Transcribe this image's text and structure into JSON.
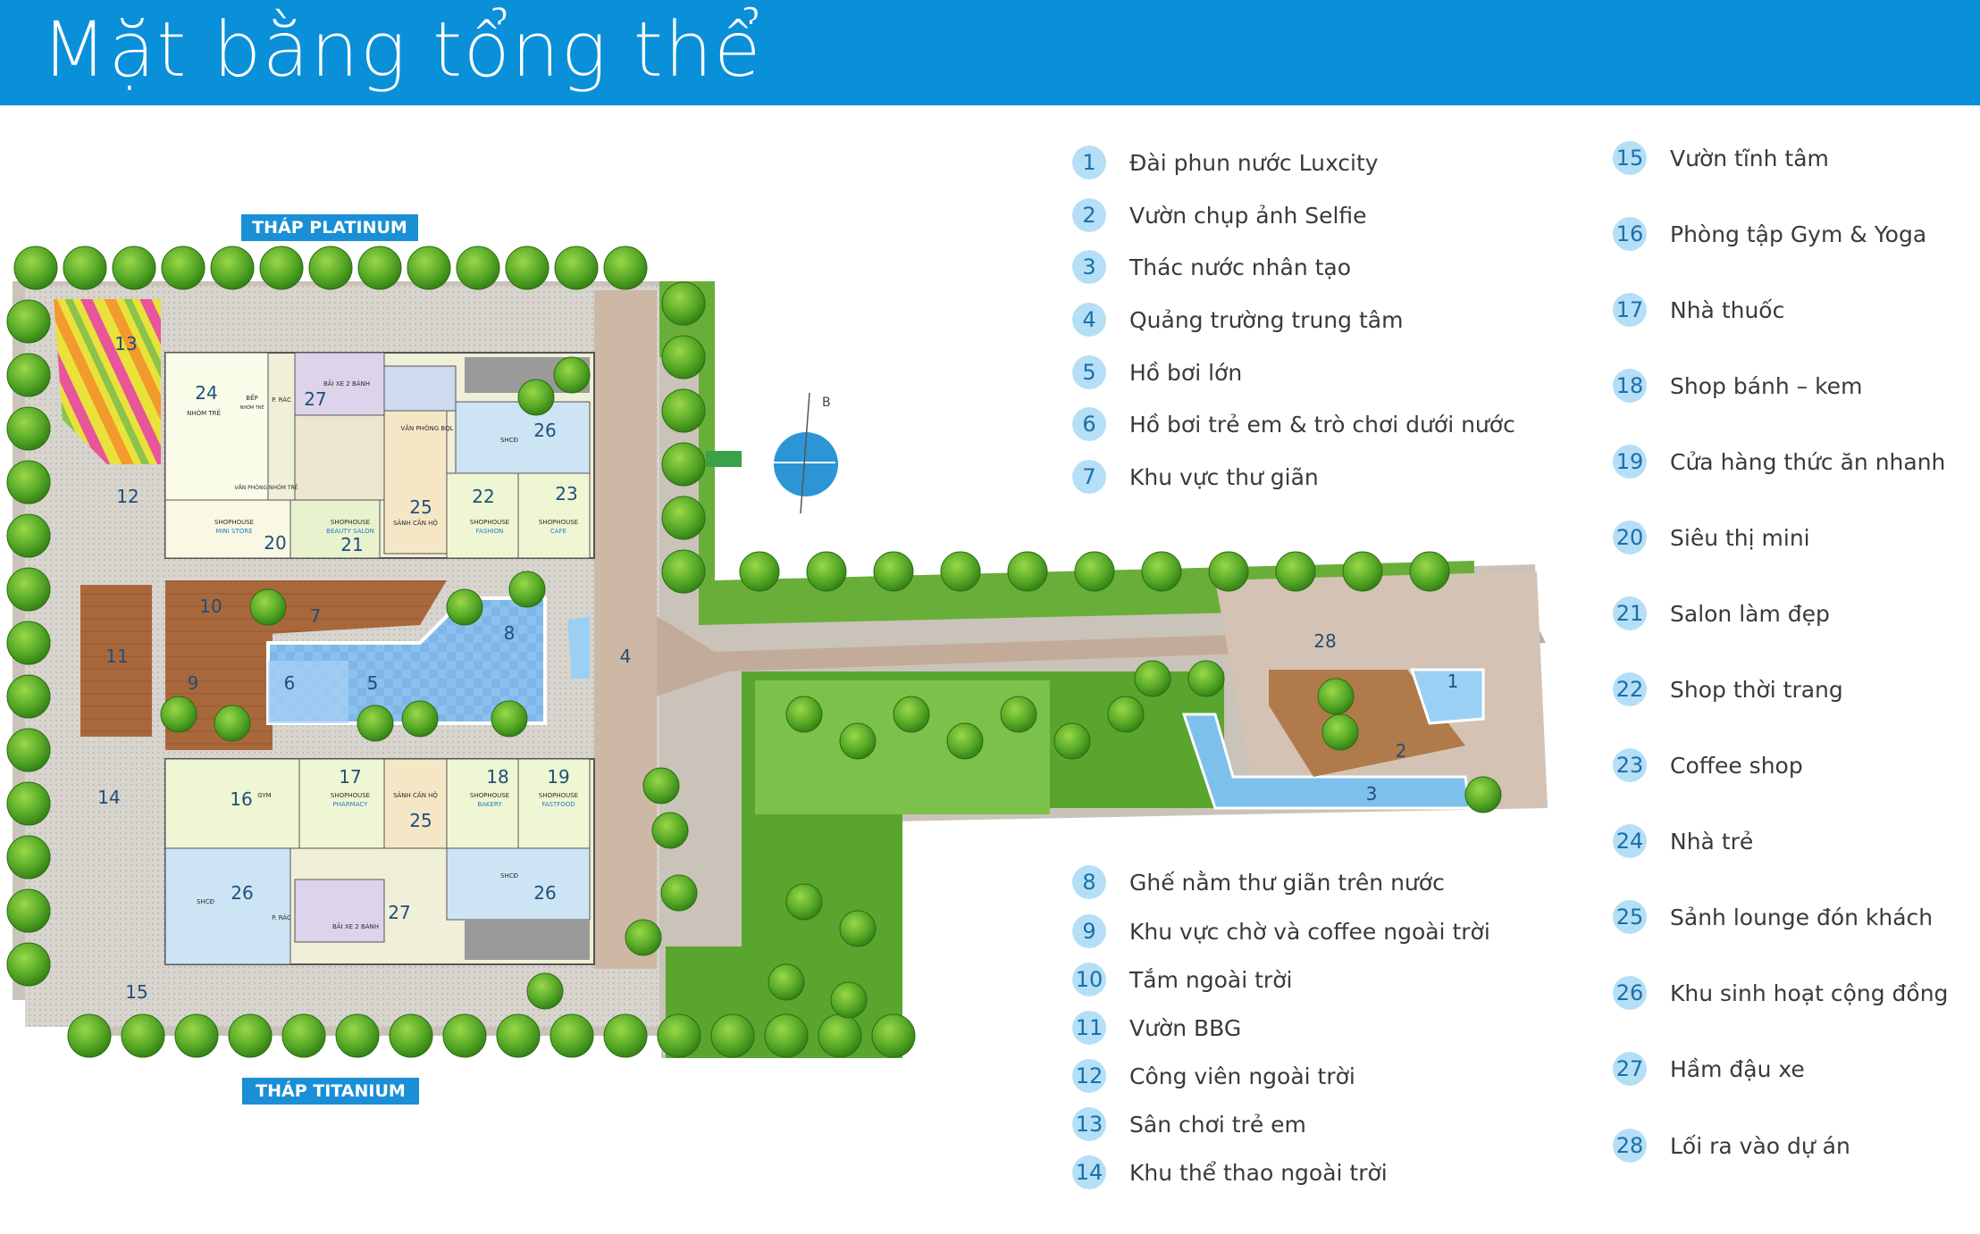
{
  "header": {
    "title": "Mặt bằng tổng thể",
    "background": "#0a8fd9"
  },
  "towers": {
    "platinum": "THÁP PLATINUM",
    "titanium": "THÁP TITANIUM"
  },
  "compass": {
    "north_label": "B"
  },
  "rooms": {
    "nhom_tre": "NHÓM TRẺ",
    "bep": "BẾP",
    "bep_sub": "NHÓM TRẺ",
    "p_rac": "P. RÁC",
    "bai_xe": "BÃI XE 2 BÁNH",
    "van_phong_bql": "VĂN PHÒNG BQL",
    "shcd": "SHCĐ",
    "van_phong_nhom_tre": "VĂN PHÒNG NHÓM TRẺ",
    "sanh_can_ho": "SẢNH CĂN HỘ",
    "shophouse": "SHOPHOUSE",
    "mini_store": "MINI STORE",
    "beauty_salon": "BEAUTY SALON",
    "fashion": "FASHION",
    "cafe": "CAFE",
    "gym": "GYM",
    "pharmacy": "PHARMACY",
    "bakery": "BAKERY",
    "fastfood": "FASTFOOD"
  },
  "legend_left": [
    {
      "num": "1",
      "label": "Đài phun nước Luxcity"
    },
    {
      "num": "2",
      "label": "Vườn chụp ảnh Selfie"
    },
    {
      "num": "3",
      "label": "Thác nước nhân tạo"
    },
    {
      "num": "4",
      "label": "Quảng trường trung tâm"
    },
    {
      "num": "5",
      "label": "Hồ bơi lớn"
    },
    {
      "num": "6",
      "label": "Hồ bơi trẻ em & trò chơi dưới nước"
    },
    {
      "num": "7",
      "label": "Khu vực thư giãn"
    },
    {
      "num": "8",
      "label": "Ghế nằm thư giãn trên nước"
    },
    {
      "num": "9",
      "label": "Khu vực chờ và coffee ngoài trời"
    },
    {
      "num": "10",
      "label": "Tắm ngoài trời"
    },
    {
      "num": "11",
      "label": "Vườn BBG"
    },
    {
      "num": "12",
      "label": "Công viên ngoài trời"
    },
    {
      "num": "13",
      "label": "Sân chơi trẻ em"
    },
    {
      "num": "14",
      "label": "Khu thể thao ngoài trời"
    }
  ],
  "legend_right": [
    {
      "num": "15",
      "label": "Vườn tĩnh tâm"
    },
    {
      "num": "16",
      "label": "Phòng tập Gym & Yoga"
    },
    {
      "num": "17",
      "label": "Nhà thuốc"
    },
    {
      "num": "18",
      "label": "Shop bánh – kem"
    },
    {
      "num": "19",
      "label": "Cửa hàng thức ăn nhanh"
    },
    {
      "num": "20",
      "label": "Siêu thị mini"
    },
    {
      "num": "21",
      "label": "Salon làm đẹp"
    },
    {
      "num": "22",
      "label": "Shop thời trang"
    },
    {
      "num": "23",
      "label": "Coffee shop"
    },
    {
      "num": "24",
      "label": "Nhà trẻ"
    },
    {
      "num": "25",
      "label": "Sảnh lounge đón khách"
    },
    {
      "num": "26",
      "label": "Khu sinh hoạt cộng đồng"
    },
    {
      "num": "27",
      "label": "Hầm đậu xe"
    },
    {
      "num": "28",
      "label": "Lối ra vào dự án"
    }
  ]
}
